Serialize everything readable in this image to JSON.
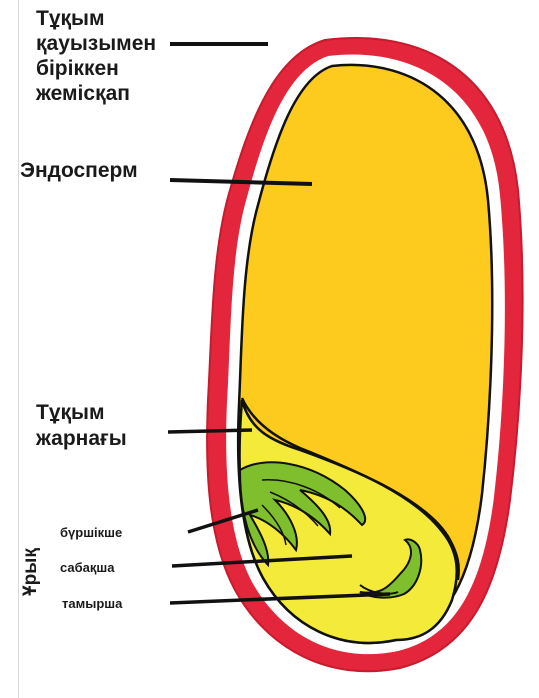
{
  "labels": {
    "pericarp": [
      "Тұқым",
      "қауызымен",
      "біріккен",
      "жемісқап"
    ],
    "endosperm": "Эндосперм",
    "scutellum": [
      "Тұқым",
      "жарнағы"
    ],
    "embryo": "Ұрық",
    "plumule": "бүршікше",
    "stem": "сабақша",
    "radicle": "тамырша"
  },
  "colors": {
    "pericarp": "#e3263b",
    "endosperm": "#fccb1e",
    "embryo_region": "#f3ea3a",
    "embryo_leaves": "#7fbf2e",
    "outline": "#111111"
  }
}
